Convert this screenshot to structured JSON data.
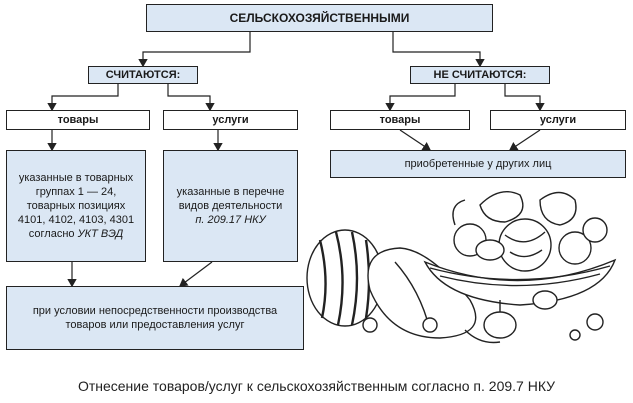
{
  "title": "СЕЛЬСКОХОЗЯЙСТВЕННЫМИ",
  "left_branch": {
    "heading": "СЧИТАЮТСЯ:",
    "goods_label": "товары",
    "services_label": "услуги",
    "goods_desc_lines": [
      "указанные в товарных",
      "группах 1 — 24,",
      "товарных позициях",
      "4101, 4102, 4103, 4301"
    ],
    "goods_desc_prefix": "согласно ",
    "goods_desc_ref": "УКТ ВЭД",
    "services_desc_lines": [
      "указанные в перечне",
      "видов деятельности"
    ],
    "services_desc_ref": "п. 209.17 НКУ",
    "condition_line1": "при условии непосредственности производства",
    "condition_line2": "товаров или предоставления услуг"
  },
  "right_branch": {
    "heading": "НЕ СЧИТАЮТСЯ:",
    "goods_label": "товары",
    "services_label": "услуги",
    "purchased_label": "приобретенные у других лиц"
  },
  "illustration": "fruit-and-vegetables-basket",
  "caption": "Отнесение товаров/услуг к сельскохозяйственным согласно п. 209.7 НКУ",
  "colors": {
    "box_fill": "#dbe7f4",
    "border": "#222222"
  }
}
